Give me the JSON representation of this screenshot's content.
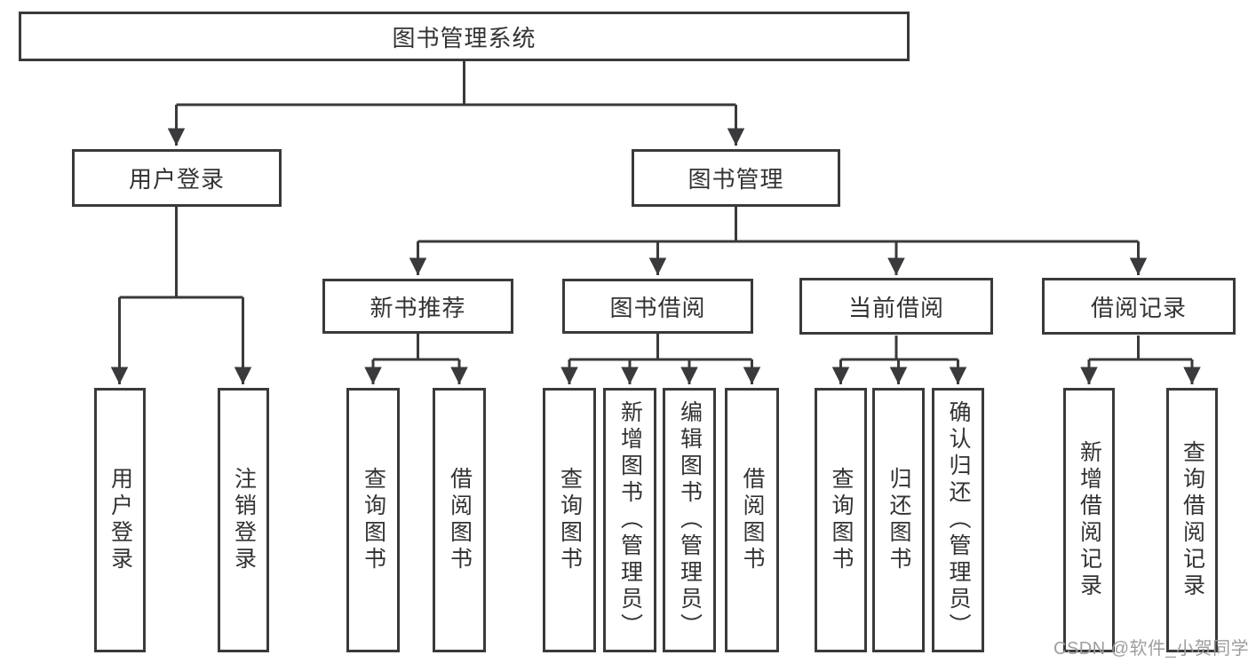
{
  "diagram": {
    "type": "hierarchy",
    "title": "图书管理系统"
  },
  "nodes": {
    "root": {
      "label": "图书管理系统"
    },
    "login": {
      "label": "用户登录",
      "children": [
        {
          "label": "用户登录"
        },
        {
          "label": "注销登录"
        }
      ]
    },
    "mgmt": {
      "label": "图书管理",
      "sections": [
        {
          "label": "新书推荐",
          "children": [
            {
              "label": "查询图书"
            },
            {
              "label": "借阅图书"
            }
          ]
        },
        {
          "label": "图书借阅",
          "children": [
            {
              "label": "查询图书"
            },
            {
              "label": "新增图书（管理员）"
            },
            {
              "label": "编辑图书（管理员）"
            },
            {
              "label": "借阅图书"
            }
          ]
        },
        {
          "label": "当前借阅",
          "children": [
            {
              "label": "查询图书"
            },
            {
              "label": "归还图书"
            },
            {
              "label": "确认归还（管理员）"
            }
          ]
        },
        {
          "label": "借阅记录",
          "children": [
            {
              "label": "新增借阅记录"
            },
            {
              "label": "查询借阅记录"
            }
          ]
        }
      ]
    }
  },
  "watermark": {
    "text": "CSDN @软件_小贺同学"
  },
  "colors": {
    "line": "#3a3a3c",
    "box_border": "#3a3a3c",
    "text": "#333333",
    "watermark": "#9e9e9e",
    "background": "#ffffff"
  }
}
